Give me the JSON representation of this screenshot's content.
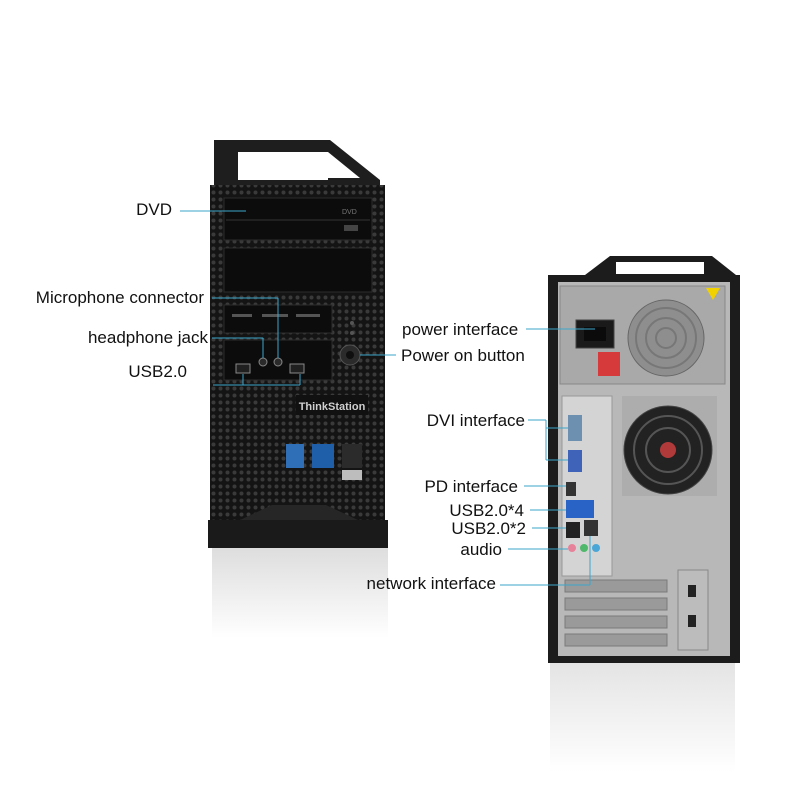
{
  "front_labels": {
    "dvd": "DVD",
    "microphone": "Microphone connector",
    "headphone": "headphone jack",
    "usb": "USB2.0"
  },
  "rear_labels": {
    "power_interface": "power interface",
    "power_button": "Power on button",
    "dvi": "DVI interface",
    "pd": "PD interface",
    "usb4": "USB2.0*4",
    "usb2": "USB2.0*2",
    "audio": "audio",
    "network": "network interface"
  },
  "branding": {
    "brand": "ThinkStation"
  },
  "colors": {
    "case": "#1b1b1b",
    "callout_line": "#3aa6c9",
    "usb_blue": "#2a63c6",
    "audio_pink": "#e6839a",
    "audio_green": "#4fb86a",
    "audio_blue": "#4aa6d6"
  }
}
